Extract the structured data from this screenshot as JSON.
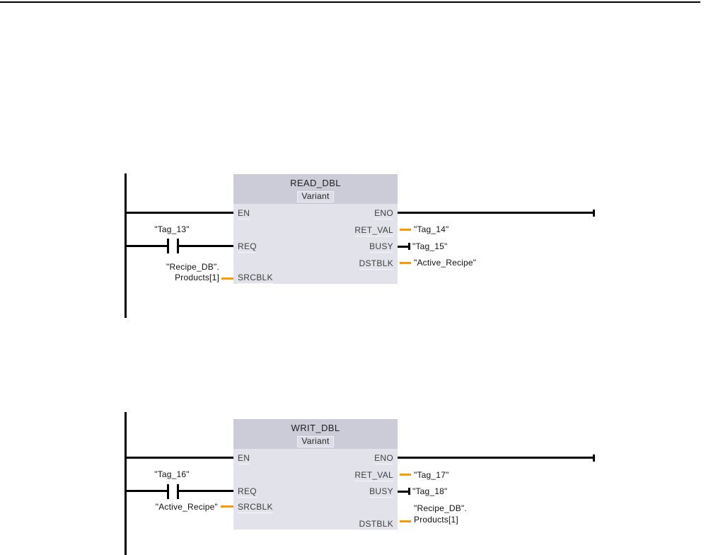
{
  "colors": {
    "wire": "#000000",
    "operand_connector_orange": "#ff9900",
    "block_header_bg": "#cbccd8",
    "block_body_bg": "#e1e2ea",
    "variant_box_bg": "#dbdce6"
  },
  "networks": [
    {
      "block": {
        "title": "READ_DBL",
        "type": "Variant"
      },
      "pins": {
        "en": "EN",
        "req": "REQ",
        "srcblk": "SRCBLK",
        "eno": "ENO",
        "ret_val": "RET_VAL",
        "busy": "BUSY",
        "dstblk": "DSTBLK"
      },
      "operands": {
        "req_contact": "\"Tag_13\"",
        "srcblk_line1": "\"Recipe_DB\".",
        "srcblk_line2": "Products[1]",
        "ret_val": "\"Tag_14\"",
        "busy": "\"Tag_15\"",
        "dstblk": "\"Active_Recipe\""
      }
    },
    {
      "block": {
        "title": "WRIT_DBL",
        "type": "Variant"
      },
      "pins": {
        "en": "EN",
        "req": "REQ",
        "srcblk": "SRCBLK",
        "eno": "ENO",
        "ret_val": "RET_VAL",
        "busy": "BUSY",
        "dstblk": "DSTBLK"
      },
      "operands": {
        "req_contact": "\"Tag_16\"",
        "srcblk": "\"Active_Recipe\"",
        "ret_val": "\"Tag_17\"",
        "busy": "\"Tag_18\"",
        "dstblk_line1": "\"Recipe_DB\".",
        "dstblk_line2": "Products[1]"
      }
    }
  ]
}
